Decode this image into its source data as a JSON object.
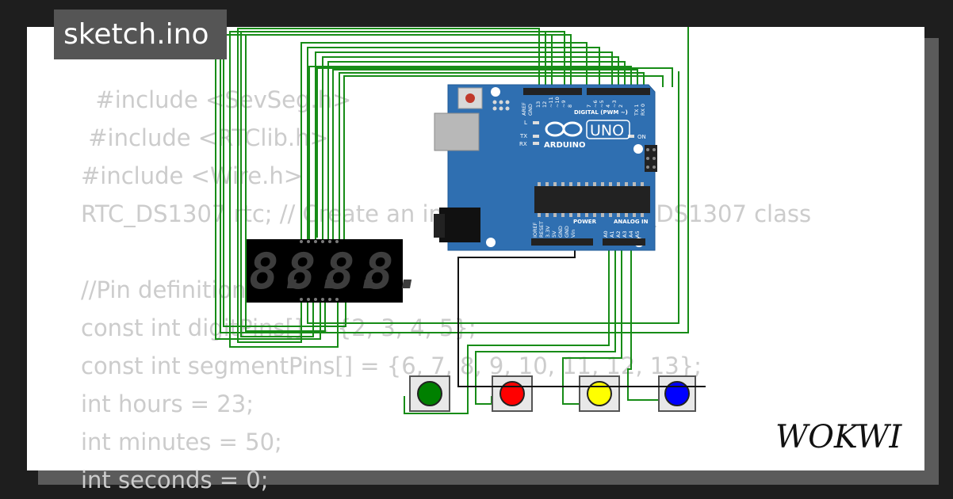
{
  "title": "sketch.ino",
  "code_lines": [
    "  #include <SevSeg.h>",
    " #include <RTClib.h>",
    "#include <Wire.h>",
    "RTC_DS1307 rtc; // Create an instance of the RTC_DS1307 class",
    "",
    "//Pin definitions",
    "const int digitPins[] = {2, 3, 4, 5};",
    "const int segmentPins[] = {6, 7, 8, 9, 10, 11, 12, 13};",
    "int hours = 23;",
    "int minutes = 50;",
    "int seconds = 0;"
  ],
  "arduino": {
    "brand": "ARDUINO",
    "model": "UNO",
    "digital_label": "DIGITAL (PWM ~)",
    "power_label": "POWER",
    "analog_label": "ANALOG IN",
    "aref": "AREF",
    "gnd": "GND",
    "tx_label": "TX",
    "rx_label": "RX",
    "l_label": "L",
    "on_label": "ON",
    "digital_pins": [
      "13",
      "12",
      "~11",
      "~10",
      "~9",
      "8",
      "7",
      "~6",
      "~5",
      "4",
      "~3",
      "2",
      "TX 1",
      "RX 0"
    ],
    "power_pins": [
      "IOREF",
      "RESET",
      "3.3V",
      "5V",
      "GND",
      "GND",
      "Vin"
    ],
    "analog_pins": [
      "A0",
      "A1",
      "A2",
      "A3",
      "A4",
      "A5"
    ]
  },
  "display": {
    "digits": [
      "8.",
      "8.",
      "8.",
      "8."
    ]
  },
  "buttons": [
    {
      "color": "#008000"
    },
    {
      "color": "#ff0000"
    },
    {
      "color": "#ffff00"
    },
    {
      "color": "#0000ff"
    }
  ],
  "colors": {
    "wire_green": "#178c17",
    "wire_black": "#111111",
    "board_blue": "#2f6fb1",
    "background": "#1e1e1e"
  },
  "logo": "WOKWI"
}
